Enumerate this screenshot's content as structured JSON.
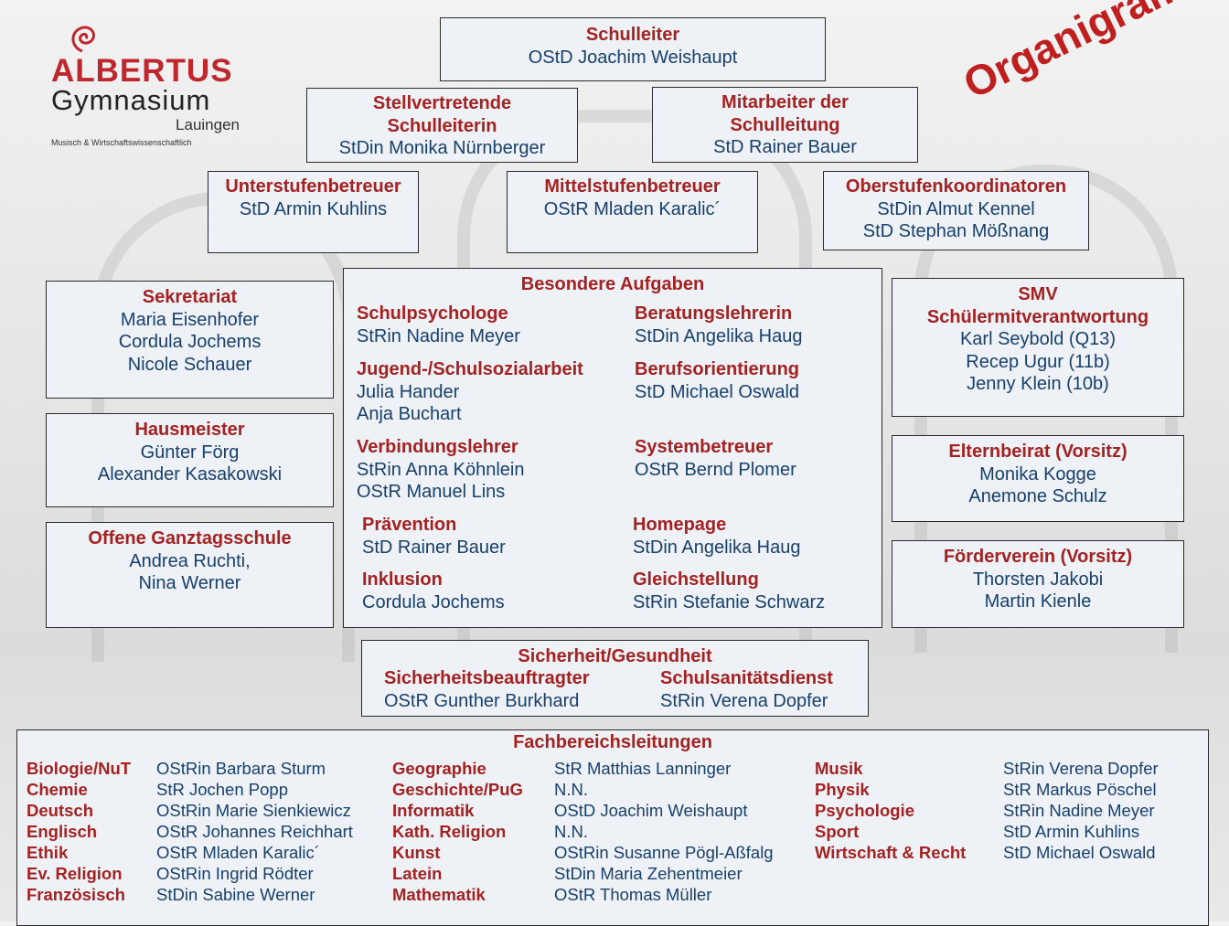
{
  "logo": {
    "name": "ALBERTUS",
    "subtitle": "Gymnasium",
    "city": "Lauingen",
    "tagline": "Musisch & Wirtschaftswissenschaftlich"
  },
  "heading": "Organigramm",
  "colors": {
    "red": "#a32222",
    "blue": "#17406b",
    "box_bg": "#eef1f6"
  },
  "schulleiter": {
    "title": "Schulleiter",
    "names": [
      "OStD Joachim Weishaupt"
    ]
  },
  "stellvertretung": {
    "title": [
      "Stellvertretende",
      "Schulleiterin"
    ],
    "names": [
      "StDin Monika Nürnberger"
    ]
  },
  "mitarbeiter": {
    "title": [
      "Mitarbeiter der",
      "Schulleitung"
    ],
    "names": [
      "StD Rainer Bauer"
    ]
  },
  "unterstufe": {
    "title": "Unterstufenbetreuer",
    "names": [
      "StD Armin Kuhlins"
    ]
  },
  "mittelstufe": {
    "title": "Mittelstufenbetreuer",
    "names": [
      "OStR Mladen Karalic´"
    ]
  },
  "oberstufe": {
    "title": "Oberstufenkoordinatoren",
    "names": [
      "StDin Almut Kennel",
      "StD Stephan Mößnang"
    ]
  },
  "sekretariat": {
    "title": "Sekretariat",
    "names": [
      "Maria Eisenhofer",
      "Cordula Jochems",
      "Nicole Schauer"
    ]
  },
  "hausmeister": {
    "title": "Hausmeister",
    "names": [
      "Günter Förg",
      "Alexander Kasakowski"
    ]
  },
  "ogs": {
    "title": "Offene Ganztagsschule",
    "names": [
      "Andrea Ruchti,",
      "Nina Werner"
    ]
  },
  "besondere": {
    "title": "Besondere Aufgaben",
    "items": [
      {
        "title": "Schulpsychologe",
        "names": [
          "StRin Nadine Meyer"
        ]
      },
      {
        "title": "Beratungslehrerin",
        "names": [
          "StDin Angelika Haug"
        ]
      },
      {
        "title": "Jugend-/Schulsozialarbeit",
        "names": [
          "Julia Hander",
          "Anja Buchart"
        ]
      },
      {
        "title": "Berufsorientierung",
        "names": [
          "StD Michael Oswald"
        ]
      },
      {
        "title": "Verbindungslehrer",
        "names": [
          "StRin Anna Köhnlein",
          "OStR Manuel Lins"
        ]
      },
      {
        "title": "Systembetreuer",
        "names": [
          "OStR Bernd Plomer"
        ]
      },
      {
        "title": "Prävention",
        "names": [
          "StD Rainer Bauer"
        ]
      },
      {
        "title": "Homepage",
        "names": [
          "StDin Angelika Haug"
        ]
      },
      {
        "title": "Inklusion",
        "names": [
          "Cordula Jochems"
        ]
      },
      {
        "title": "Gleichstellung",
        "names": [
          "StRin Stefanie Schwarz"
        ]
      }
    ]
  },
  "smv": {
    "title": [
      "SMV",
      "Schülermitverantwortung"
    ],
    "names": [
      "Karl Seybold (Q13)",
      "Recep Ugur (11b)",
      "Jenny Klein (10b)"
    ]
  },
  "elternbeirat": {
    "title": "Elternbeirat (Vorsitz)",
    "names": [
      "Monika Kogge",
      "Anemone Schulz"
    ]
  },
  "foerderverein": {
    "title": "Förderverein (Vorsitz)",
    "names": [
      "Thorsten Jakobi",
      "Martin Kienle"
    ]
  },
  "sicherheit": {
    "title": "Sicherheit/Gesundheit",
    "items": [
      {
        "title": "Sicherheitsbeauftragter",
        "names": [
          "OStR Gunther Burkhard"
        ]
      },
      {
        "title": "Schulsanitätsdienst",
        "names": [
          "StRin Verena Dopfer"
        ]
      }
    ]
  },
  "fach": {
    "title": "Fachbereichsleitungen",
    "columns": [
      [
        [
          "Biologie/NuT",
          "OStRin Barbara Sturm"
        ],
        [
          "Chemie",
          "StR Jochen Popp"
        ],
        [
          "Deutsch",
          "OStRin Marie Sienkiewicz"
        ],
        [
          "Englisch",
          "OStR Johannes Reichhart"
        ],
        [
          "Ethik",
          "OStR Mladen Karalic´"
        ],
        [
          "Ev. Religion",
          "OStRin Ingrid Rödter"
        ],
        [
          "Französisch",
          "StDin Sabine Werner"
        ]
      ],
      [
        [
          "Geographie",
          "StR Matthias Lanninger"
        ],
        [
          "Geschichte/PuG",
          "N.N."
        ],
        [
          "Informatik",
          "OStD Joachim Weishaupt"
        ],
        [
          "Kath. Religion",
          "N.N."
        ],
        [
          "Kunst",
          "OStRin Susanne Pögl-Aßfalg"
        ],
        [
          "Latein",
          "StDin Maria Zehentmeier"
        ],
        [
          "Mathematik",
          "OStR Thomas Müller"
        ]
      ],
      [
        [
          "Musik",
          "StRin Verena Dopfer"
        ],
        [
          "Physik",
          "StR Markus Pöschel"
        ],
        [
          "Psychologie",
          "StRin Nadine Meyer"
        ],
        [
          "Sport",
          "StD Armin Kuhlins"
        ],
        [
          "Wirtschaft & Recht",
          "StD Michael Oswald"
        ]
      ]
    ]
  }
}
